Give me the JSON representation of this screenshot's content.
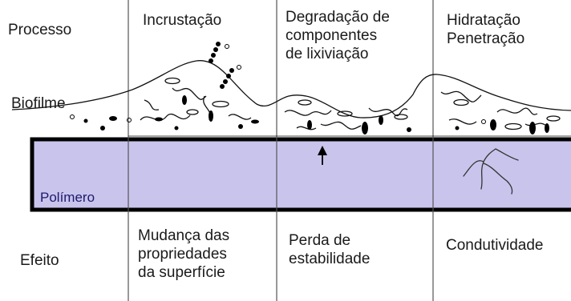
{
  "row_labels": {
    "process": "Processo",
    "biofilm": "Biofilme",
    "polymer": "Polímero",
    "effect": "Efeito"
  },
  "process_columns": [
    {
      "lines": [
        "Incrustação"
      ]
    },
    {
      "lines": [
        "Degradação de",
        "componentes",
        "de lixiviação"
      ]
    },
    {
      "lines": [
        "Hidratação",
        "Penetração"
      ]
    }
  ],
  "effect_columns": [
    {
      "lines": [
        "Mudança das",
        "propriedades",
        "da superfície"
      ]
    },
    {
      "lines": [
        "Perda de",
        "estabilidade"
      ]
    },
    {
      "lines": [
        "Condutividade"
      ]
    }
  ],
  "colors": {
    "polymer_fill": "#c9c4ec",
    "outline": "#000000",
    "biofilm_stroke": "#111111",
    "text": "#1a1a1a"
  },
  "icons": [
    "arrow-up-icon",
    "crack-icon",
    "particle-icon"
  ]
}
